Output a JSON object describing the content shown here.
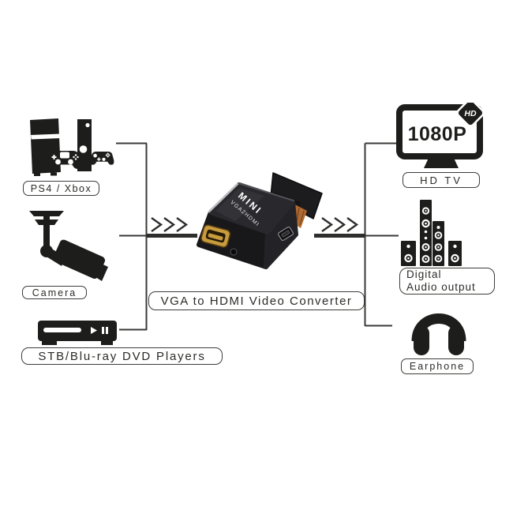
{
  "diagram": {
    "converter_label": "VGA to HDMI Video Converter",
    "device": {
      "line1": "MINI",
      "line2": "VGA2HDMI"
    },
    "inputs": [
      {
        "id": "ps4-xbox",
        "label": "PS4 / Xbox"
      },
      {
        "id": "camera",
        "label": "Camera"
      },
      {
        "id": "stb",
        "label": "STB/Blu-ray DVD Players"
      }
    ],
    "outputs": [
      {
        "id": "hdtv",
        "label": "HD TV",
        "screen_text": "1080P",
        "badge": "HD"
      },
      {
        "id": "digital-audio",
        "label_line1": "Digital",
        "label_line2": "Audio output"
      },
      {
        "id": "earphone",
        "label": "Earphone"
      }
    ],
    "colors": {
      "icon_black": "#1d1d1b",
      "line": "#3a3a38",
      "hdmi_gold": "#c79b3e",
      "vga_copper": "#b06a32",
      "device_body": "#18181a",
      "device_top": "#29292d",
      "edge_highlight": "#bcbcc0"
    }
  }
}
